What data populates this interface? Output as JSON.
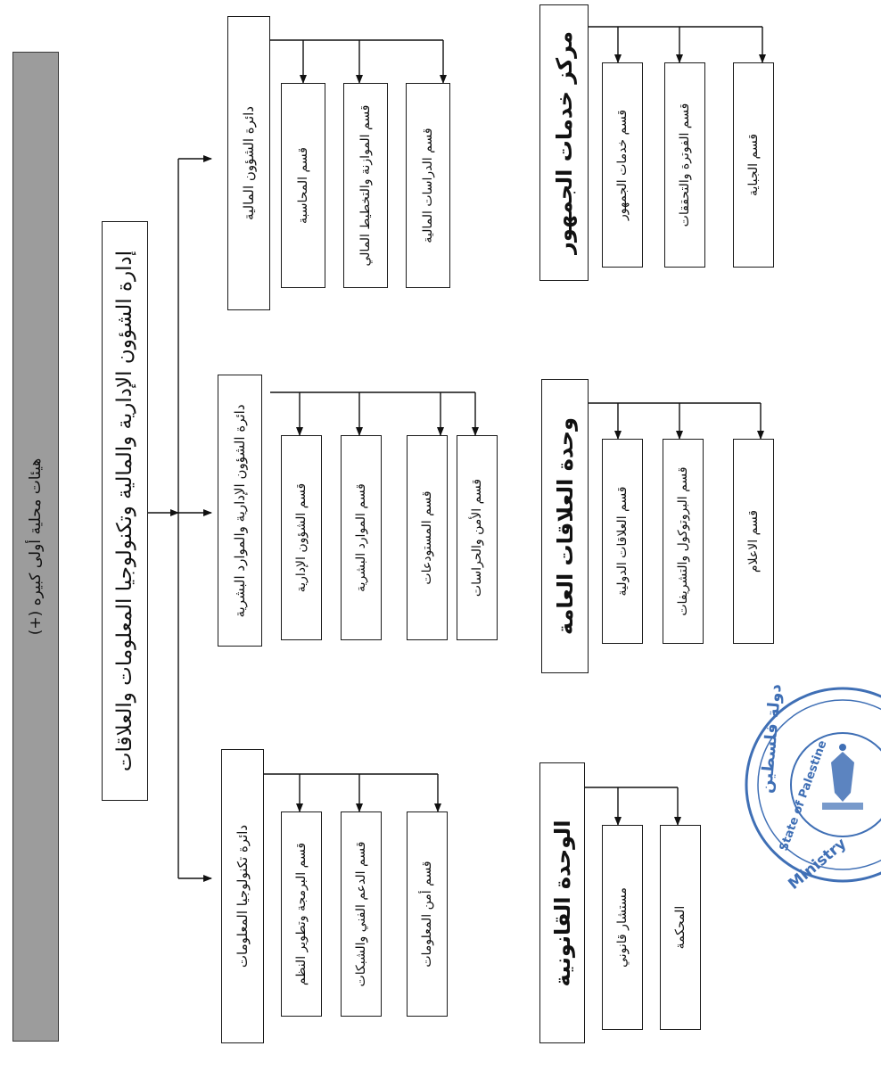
{
  "header_title": "هيئات محلية أولى كبيره (+)",
  "main_title": "إدارة الشؤون الإدارية والمالية وتكنولوجيا المعلومات والعلاقات",
  "departments": [
    {
      "title": "دائرة الشؤون المالية",
      "sections": [
        "قسم المحاسبة",
        "قسم الموازنة والتخطيط المالي",
        "قسم الدراسات المالية"
      ]
    },
    {
      "title": "دائرة الشؤون الإدارية والموارد البشرية",
      "sections": [
        "قسم الشؤون الإدارية",
        "قسم الموارد البشرية",
        "قسم المستودعات",
        "قسم الأمن والحراسات"
      ]
    },
    {
      "title": "دائرة تكنولوجيا المعلومات",
      "sections": [
        "قسم البرمجة وتطوير النظم",
        "قسم الدعم الفني والشبكات",
        "قسم أمن المعلومات"
      ]
    }
  ],
  "units": [
    {
      "title": "مركز خدمات الجمهور",
      "sections": [
        "قسم خدمات الجمهور",
        "قسم الفوترة والتحققات",
        "قسم الجباية"
      ]
    },
    {
      "title": "وحدة العلاقات العامة",
      "sections": [
        "قسم العلاقات الدولية",
        "قسم البروتوكول والتشريفات",
        "قسم الاعلام"
      ]
    },
    {
      "title": "الوحدة القانونية",
      "sections": [
        "مستشار قانوني",
        "المحكمة"
      ]
    }
  ],
  "seal": {
    "lines": [
      "دولة فلسطين",
      "State of Palestine",
      "Ministry"
    ],
    "color": "#3f6fb5"
  }
}
